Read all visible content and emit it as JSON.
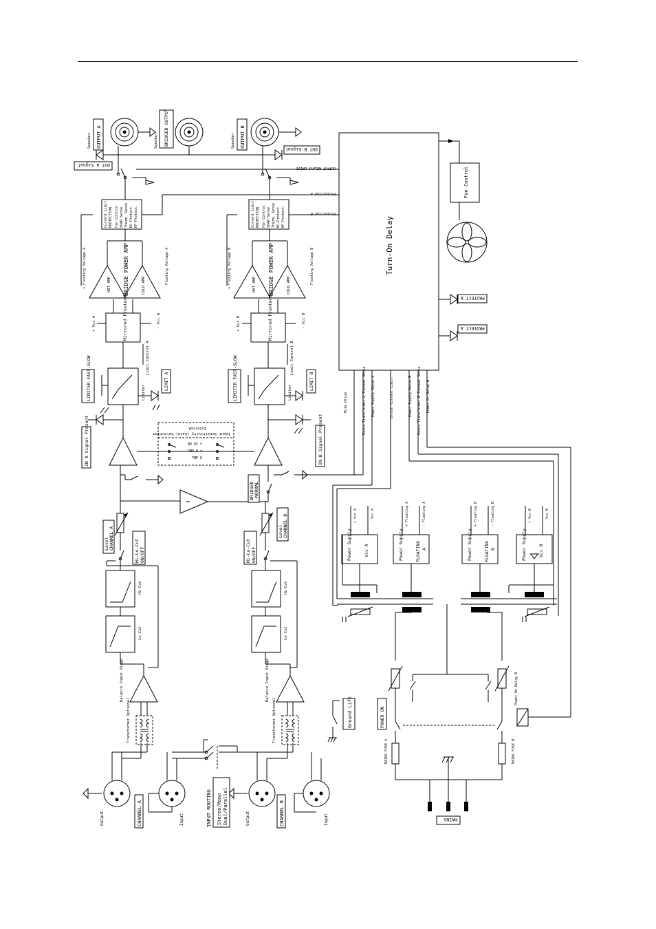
{
  "labels": {
    "channel_a": "CHANNEL A",
    "channel_b": "CHANNEL B",
    "output": "Output",
    "input": "Input",
    "input_routing": "INPUT ROUTING",
    "stereo_mono": "Stereo/Mono",
    "dual_parallel": "Dual/Parallel",
    "transformer_optional": "Transformer Optional",
    "balance_input_stage": "Balance Input Stage",
    "lo_cut": "Lo-Cut",
    "hi_cut": "Hi-Cut",
    "hi_lo_cut": "Hi-Lo-Cut",
    "on_off": "ON/OFF",
    "level": "Level",
    "bridged": "BRIDGED",
    "normal": "-NORMAL",
    "input_sensitivity": "Input Sensitivity (Gain) Selection",
    "internal": "Internal",
    "db_plus26": "+ 26 dB",
    "db_plus6": "+ 6 dBu",
    "db_0": "0 dBu",
    "in_a_signal_present": "IN A Signal Present",
    "in_b_signal_present": "IN B Signal Present",
    "limiter_fast_slow": "LIMITER FAST-SLOW",
    "limiter": "Limiter",
    "limit_a": "LIMIT A",
    "limit_b": "LIMIT B",
    "limit_control_a": "Limit Control A",
    "limit_control_b": "Limit Control B",
    "mirrored_frontend": "Mirrored Frontend",
    "vcc_a_pos": "+ Vcc A",
    "vcc_a_neg": "- Vcc A",
    "vcc_b_pos": "+ Vcc B",
    "vcc_b_neg": "- Vcc B",
    "hot_amp": "HOT AMP",
    "cold_amp": "COLD AMP",
    "bridge_power_amp": "BRIDGE POWER AMP",
    "floating_a_pos": "+ Floating Voltage A",
    "floating_a_neg": "- Floating Voltage A",
    "floating_b_pos": "+ Floating Voltage B",
    "floating_b_neg": "- Floating Voltage B",
    "protection_block": [
      "Current Limit",
      "PROTECTION",
      "Fan Control",
      "SOAR Sense",
      "Therm. Sense",
      "DC-Protect.",
      "HF-Protect."
    ],
    "protection_a": "Protection A",
    "protection_b": "Protection B",
    "output_relays_drive": "OUTPUT RELAYS DRIVE",
    "speaker": "Speaker",
    "output_a": "OUTPUT A",
    "output_b": "OUTPUT B",
    "bridged_output": "BRIDGED OUTPUT",
    "out_a_signal": "OUT A Signal",
    "out_b_signal": "OUT B Signal",
    "turn_on_delay": "Turn-On Delay",
    "fan_control": "Fan Control",
    "protect_a": "PROTECT A",
    "protect_b": "PROTECT B",
    "sense_lines": [
      "Mute Drive",
      "Mains Transformer A Thermal Sense",
      "Power Supply Sense A",
      "Inrush Current Limit",
      "Power Supply Sense B",
      "Mains Transformer B Thermal Sense",
      "Power On Delay B"
    ],
    "power_supply": "Power Supply",
    "vcc_a": "Vcc A",
    "vcc_b": "Vcc B",
    "floating": "FLOATING",
    "a": "A",
    "b": "B",
    "plus_vcc_a": "+ Vcc A",
    "minus_vcc_a": "- Vcc A",
    "plus_vcc_b": "+ Vcc B",
    "minus_vcc_b": "- Vcc B",
    "plus_floating_a": "+ Floating A",
    "minus_floating_a": "- Floating A",
    "plus_floating_b": "+ Floating B",
    "minus_floating_b": "- Floating B",
    "ground_lift": "Ground Lift",
    "power_on": "POWER ON",
    "mains_fuse_a": "MAINS FUSE A",
    "mains_fuse_b": "MAINS FUSE B",
    "power_on_delay_b": "Power On Delay B",
    "mains": "MAINS"
  }
}
